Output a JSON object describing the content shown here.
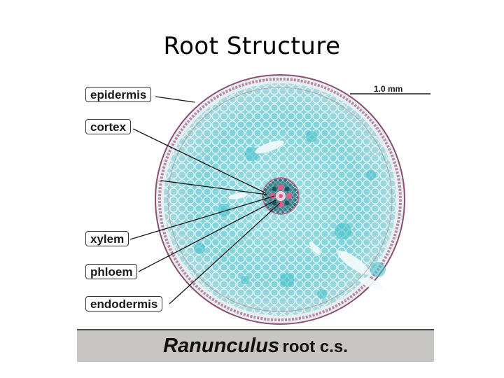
{
  "slide": {
    "title": "Root Structure"
  },
  "figure": {
    "labels": {
      "epidermis": "epidermis",
      "cortex": "cortex",
      "xylem": "xylem",
      "phloem": "phloem",
      "endodermis": "endodermis"
    },
    "scale_bar": "1.0 mm",
    "caption": {
      "genus": "Ranunculus",
      "rest": "root c.s."
    },
    "colors": {
      "cortex_fill": "#7fd3db",
      "cortex_highlight": "#3fc0c8",
      "epidermis_ring": "#8f4f6f",
      "stele": "#2f6f7a",
      "xylem": "#e85a8a",
      "caption_bar": "#c8c6c3"
    }
  }
}
